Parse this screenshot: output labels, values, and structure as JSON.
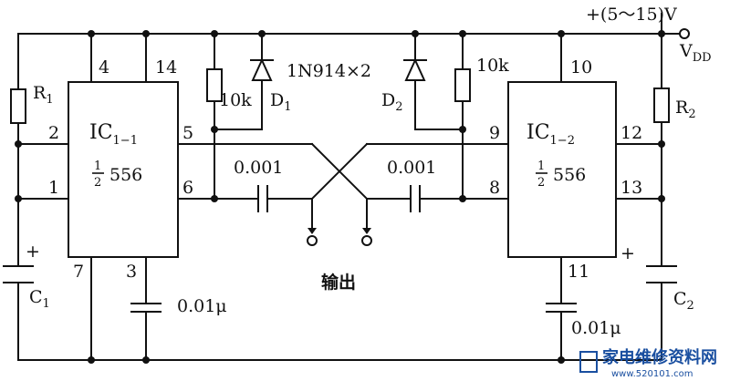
{
  "supply": {
    "voltage": "+(5～15)V",
    "vdd": "V",
    "vdd_sub": "DD"
  },
  "ic1": {
    "name": "IC",
    "sub": "1−1",
    "frac_num": "1",
    "frac_den": "2",
    "part": "556",
    "pins": {
      "p2": "2",
      "p1": "1",
      "p4": "4",
      "p14": "14",
      "p5": "5",
      "p6": "6",
      "p7": "7",
      "p3": "3"
    }
  },
  "ic2": {
    "name": "IC",
    "sub": "1−2",
    "frac_num": "1",
    "frac_den": "2",
    "part": "556",
    "pins": {
      "p10": "10",
      "p9": "9",
      "p8": "8",
      "p12": "12",
      "p13": "13",
      "p11": "11"
    }
  },
  "components": {
    "r1": {
      "name": "R",
      "sub": "1"
    },
    "r2": {
      "name": "R",
      "sub": "2"
    },
    "c1": {
      "name": "C",
      "sub": "1",
      "polarity": "+"
    },
    "c2": {
      "name": "C",
      "sub": "2",
      "polarity": "+"
    },
    "res_left": "10k",
    "res_right": "10k",
    "d1": {
      "name": "D",
      "sub": "1"
    },
    "d2": {
      "name": "D",
      "sub": "2"
    },
    "diode_part": "1N914×2",
    "cap_left": "0.001",
    "cap_right": "0.001",
    "cap_bottom_left": "0.01μ",
    "cap_bottom_right": "0.01μ"
  },
  "output_label": "输出",
  "watermark": {
    "text": "家电维修资料网",
    "url": "www.520101.com"
  }
}
